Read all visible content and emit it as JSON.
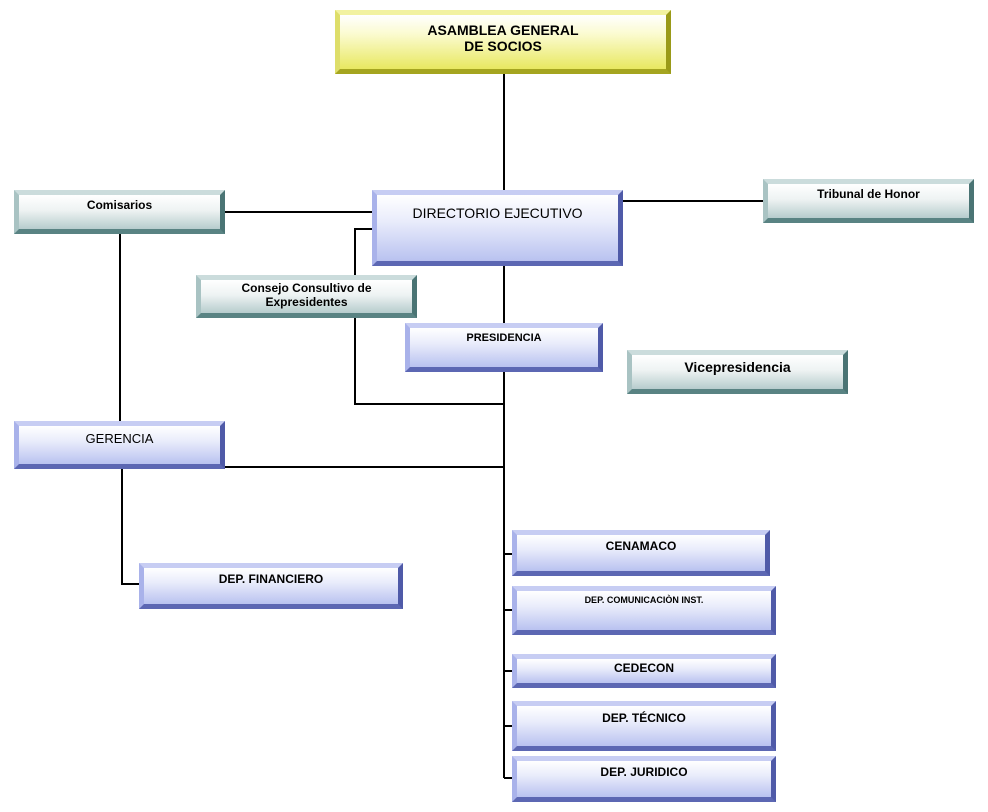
{
  "chart": {
    "asamblea": "ASAMBLEA GENERAL\nDE SOCIOS",
    "directorio": "DIRECTORIO EJECUTIVO",
    "comisarios": "Comisarios",
    "tribunal": "Tribunal de Honor",
    "consejo": "Consejo Consultivo de\nExpresidentes",
    "presidencia": "PRESIDENCIA",
    "vicepresidencia": "Vicepresidencia",
    "gerencia": "GERENCIA",
    "financiero": "DEP. FINANCIERO",
    "cenamaco": "CENAMACO",
    "comunicacion": "DEP. COMUNICACIÒN INST.",
    "cedecon": "CEDECON",
    "tecnico": "DEP. TÉCNICO",
    "juridico": "DEP. JURIDICO"
  },
  "colors": {
    "connector": "#000000",
    "blue_box": "#b9c2f0",
    "teal_box": "#b6cccd",
    "yellow_box": "#e8e860"
  }
}
